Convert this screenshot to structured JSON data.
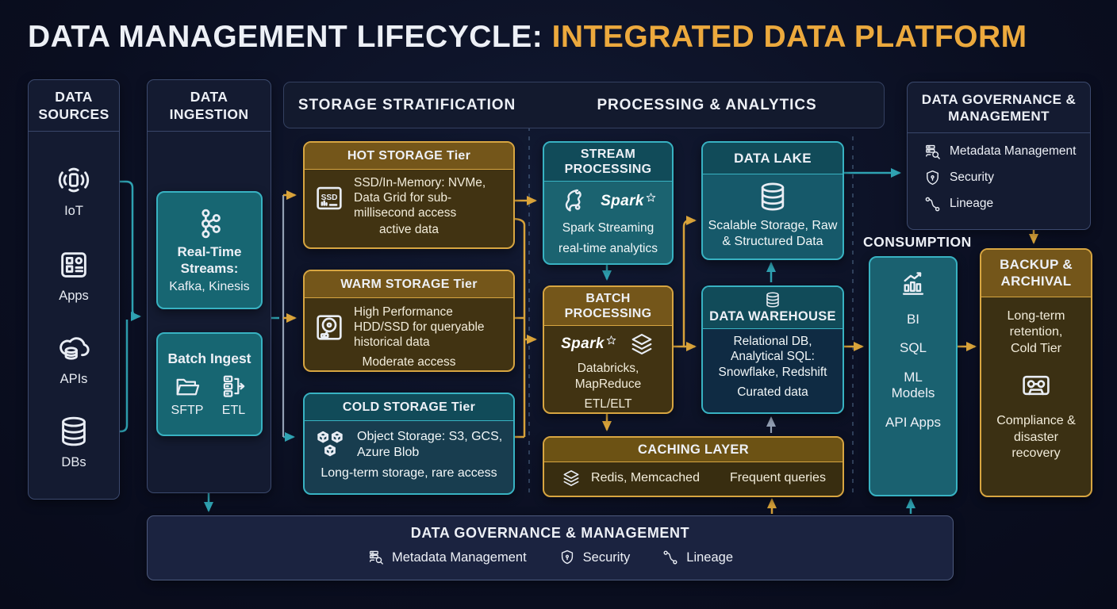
{
  "title": {
    "prefix": "DATA MANAGEMENT LIFECYCLE: ",
    "highlight": "INTEGRATED DATA PLATFORM"
  },
  "colors": {
    "accent_gold": "#D9A33A",
    "accent_teal": "#2FA2B2",
    "title_amber": "#ECA93D",
    "line_gray": "#93A0B4"
  },
  "sources": {
    "header": "DATA SOURCES",
    "items": [
      {
        "icon": "iot-icon",
        "label": "IoT"
      },
      {
        "icon": "apps-icon",
        "label": "Apps"
      },
      {
        "icon": "apis-icon",
        "label": "APIs"
      },
      {
        "icon": "dbs-icon",
        "label": "DBs"
      }
    ]
  },
  "ingestion": {
    "header": "DATA INGESTION",
    "realtime": {
      "icon": "kafka-icon",
      "title": "Real-Time Streams:",
      "subtitle": "Kafka, Kinesis"
    },
    "batch": {
      "title": "Batch Ingest",
      "items": [
        {
          "icon": "folder-icon",
          "label": "SFTP"
        },
        {
          "icon": "etl-icon",
          "label": "ETL"
        }
      ]
    }
  },
  "section_headers": {
    "storage": "STORAGE STRATIFICATION",
    "processing": "PROCESSING & ANALYTICS"
  },
  "storage": {
    "hot": {
      "title": "HOT STORAGE Tier",
      "icon": "ssd-icon",
      "icon_label": "SSD",
      "body": "SSD/In-Memory: NVMe, Data Grid for sub-millisecond access",
      "note": "active data"
    },
    "warm": {
      "title": "WARM STORAGE Tier",
      "icon": "hdd-icon",
      "body": "High Performance HDD/SSD for queryable historical data",
      "note": "Moderate access"
    },
    "cold": {
      "title": "COLD STORAGE Tier",
      "icon": "cubes-icon",
      "body": "Object Storage: S3, GCS, Azure Blob",
      "note": "Long-term storage, rare access"
    }
  },
  "processing": {
    "stream": {
      "title": "STREAM PROCESSING",
      "flame_icon": "spark-flame-icon",
      "star_icon": "star-icon",
      "spark_label": "Spark",
      "line1": "Spark Streaming",
      "line2": "real-time analytics"
    },
    "batch": {
      "title": "BATCH PROCESSING",
      "star_icon": "star-icon",
      "layers_icon": "layers-icon",
      "spark_label": "Spark",
      "line1": "Databricks, MapReduce",
      "line2": "ETL/ELT"
    },
    "lake": {
      "title": "DATA LAKE",
      "icon": "database-icon",
      "body": "Scalable Storage, Raw & Structured Data"
    },
    "warehouse": {
      "title": "DATA WAREHOUSE",
      "icon": "database-icon",
      "body": "Relational DB, Analytical SQL: Snowflake, Redshift",
      "note": "Curated data"
    },
    "caching": {
      "title": "CACHING LAYER",
      "icon": "layers-icon",
      "left": "Redis, Memcached",
      "right": "Frequent queries"
    }
  },
  "governance_panel": {
    "title": "DATA GOVERNANCE & MANAGEMENT",
    "items": [
      {
        "icon": "metadata-icon",
        "label": "Metadata Management"
      },
      {
        "icon": "security-icon",
        "label": "Security"
      },
      {
        "icon": "lineage-icon",
        "label": "Lineage"
      }
    ]
  },
  "consumption": {
    "header": "CONSUMPTION",
    "icon": "bi-chart-icon",
    "items": [
      "BI",
      "SQL",
      "ML Models",
      "API Apps"
    ]
  },
  "backup": {
    "title": "BACKUP & ARCHIVAL",
    "body1": "Long-term retention, Cold Tier",
    "icon": "tape-icon",
    "body2": "Compliance & disaster recovery"
  },
  "governance_bar": {
    "title": "DATA GOVERNANCE & MANAGEMENT",
    "items": [
      {
        "icon": "metadata-icon",
        "label": "Metadata Management"
      },
      {
        "icon": "security-icon",
        "label": "Security"
      },
      {
        "icon": "lineage-icon",
        "label": "Lineage"
      }
    ]
  }
}
